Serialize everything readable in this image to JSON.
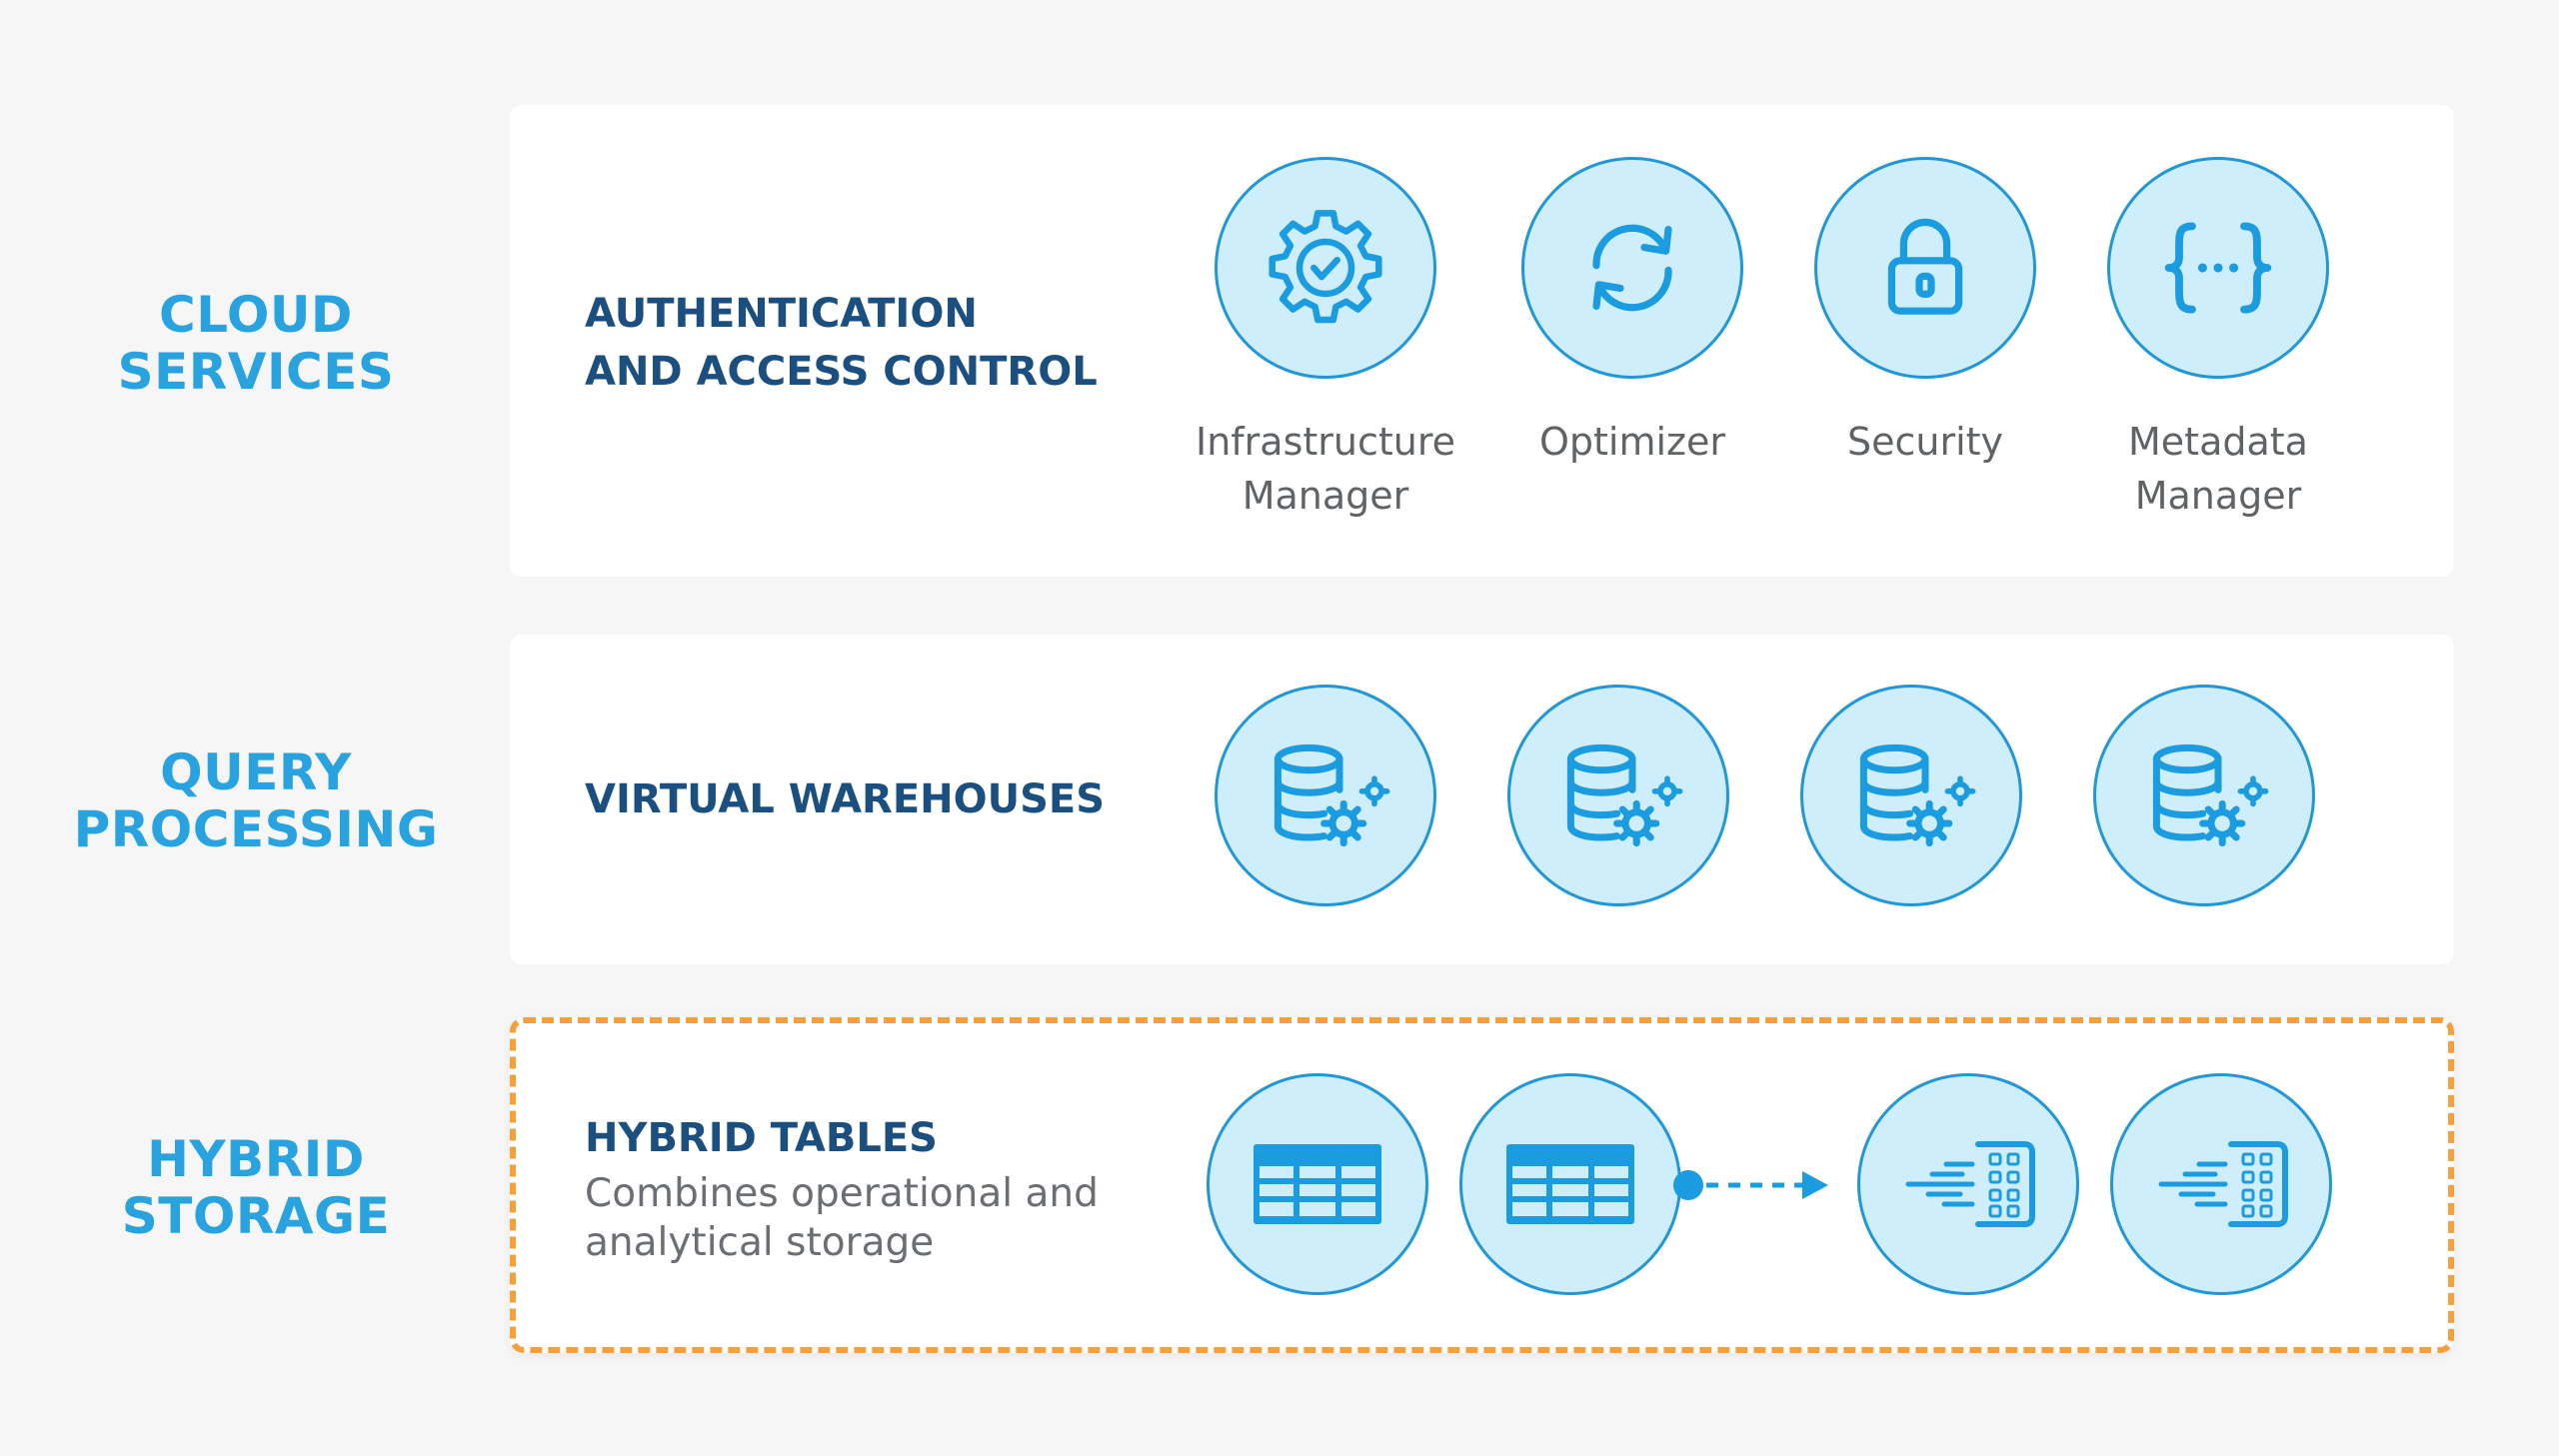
{
  "layers": [
    {
      "label_lines": [
        "CLOUD",
        "SERVICES"
      ],
      "panel_title_lines": [
        "AUTHENTICATION",
        "AND ACCESS CONTROL"
      ],
      "services": [
        {
          "icon": "gear-check-icon",
          "label_lines": [
            "Infrastructure",
            "Manager"
          ]
        },
        {
          "icon": "refresh-icon",
          "label_lines": [
            "Optimizer"
          ]
        },
        {
          "icon": "lock-icon",
          "label_lines": [
            "Security"
          ]
        },
        {
          "icon": "braces-icon",
          "label_lines": [
            "Metadata",
            "Manager"
          ]
        }
      ]
    },
    {
      "label_lines": [
        "QUERY",
        "PROCESSING"
      ],
      "panel_title_lines": [
        "VIRTUAL WAREHOUSES"
      ],
      "warehouse_icons": [
        "database-gear-icon",
        "database-gear-icon",
        "database-gear-icon",
        "database-gear-icon"
      ]
    },
    {
      "label_lines": [
        "HYBRID",
        "STORAGE"
      ],
      "panel_title_lines": [
        "HYBRID TABLES"
      ],
      "subtitle_lines": [
        "Combines operational and",
        "analytical storage"
      ],
      "storage_icons": [
        "table-icon",
        "table-icon",
        "columnar-data-icon",
        "columnar-data-icon"
      ]
    }
  ],
  "colors": {
    "accent": "#29a3df",
    "title": "#1b4f80",
    "circle_fill": "#cfeefb",
    "circle_stroke": "#2196d8",
    "icon": "#1b9be0",
    "highlight_border": "#f6a03b"
  }
}
